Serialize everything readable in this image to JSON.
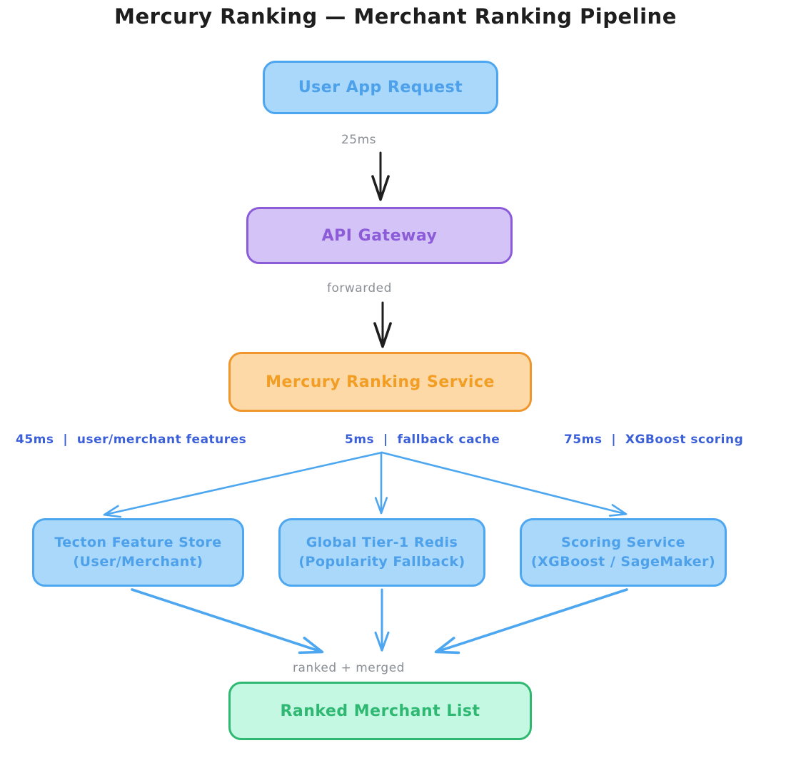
{
  "title": "Mercury Ranking — Merchant Ranking Pipeline",
  "nodes": [
    {
      "id": "user-app-request",
      "label": "User App Request",
      "sublabel": "",
      "stroke": "#4da6f0",
      "fill": "#a9d8fb",
      "text": "#4da0ea"
    },
    {
      "id": "api-gateway",
      "label": "API Gateway",
      "sublabel": "",
      "stroke": "#8c5cd8",
      "fill": "#d4c3f7",
      "text": "#8c5cd8"
    },
    {
      "id": "mercury-ranking-service",
      "label": "Mercury Ranking Service",
      "sublabel": "",
      "stroke": "#ef962c",
      "fill": "#fcd9a6",
      "text": "#f29d23"
    },
    {
      "id": "tecton-feature-store",
      "label": "Tecton Feature Store",
      "sublabel": "(User/Merchant)",
      "stroke": "#4da6f0",
      "fill": "#a9d8fb",
      "text": "#4da0ea"
    },
    {
      "id": "global-tier1-redis",
      "label": "Global Tier-1 Redis",
      "sublabel": "(Popularity Fallback)",
      "stroke": "#4da6f0",
      "fill": "#a9d8fb",
      "text": "#4da0ea"
    },
    {
      "id": "scoring-service",
      "label": "Scoring Service",
      "sublabel": "(XGBoost / SageMaker)",
      "stroke": "#4da6f0",
      "fill": "#a9d8fb",
      "text": "#4da0ea"
    },
    {
      "id": "ranked-merchant-list",
      "label": "Ranked Merchant List",
      "sublabel": "",
      "stroke": "#2eb872",
      "fill": "#c4f8e2",
      "text": "#2eb872"
    }
  ],
  "edge_labels": {
    "request_to_gateway": "25ms",
    "gateway_to_service": "forwarded",
    "features": "45ms  |  user/merchant features",
    "fallback": "5ms  |  fallback cache",
    "scoring": "75ms  |  XGBoost scoring",
    "merge": "ranked + merged"
  },
  "colors": {
    "background": "#ffffff",
    "title_text": "#1e1e1e",
    "arrow_black": "#1e1e1e",
    "arrow_blue": "#4da6f0",
    "label_gray": "#8a8f96",
    "label_blue": "#3b5fd9"
  }
}
